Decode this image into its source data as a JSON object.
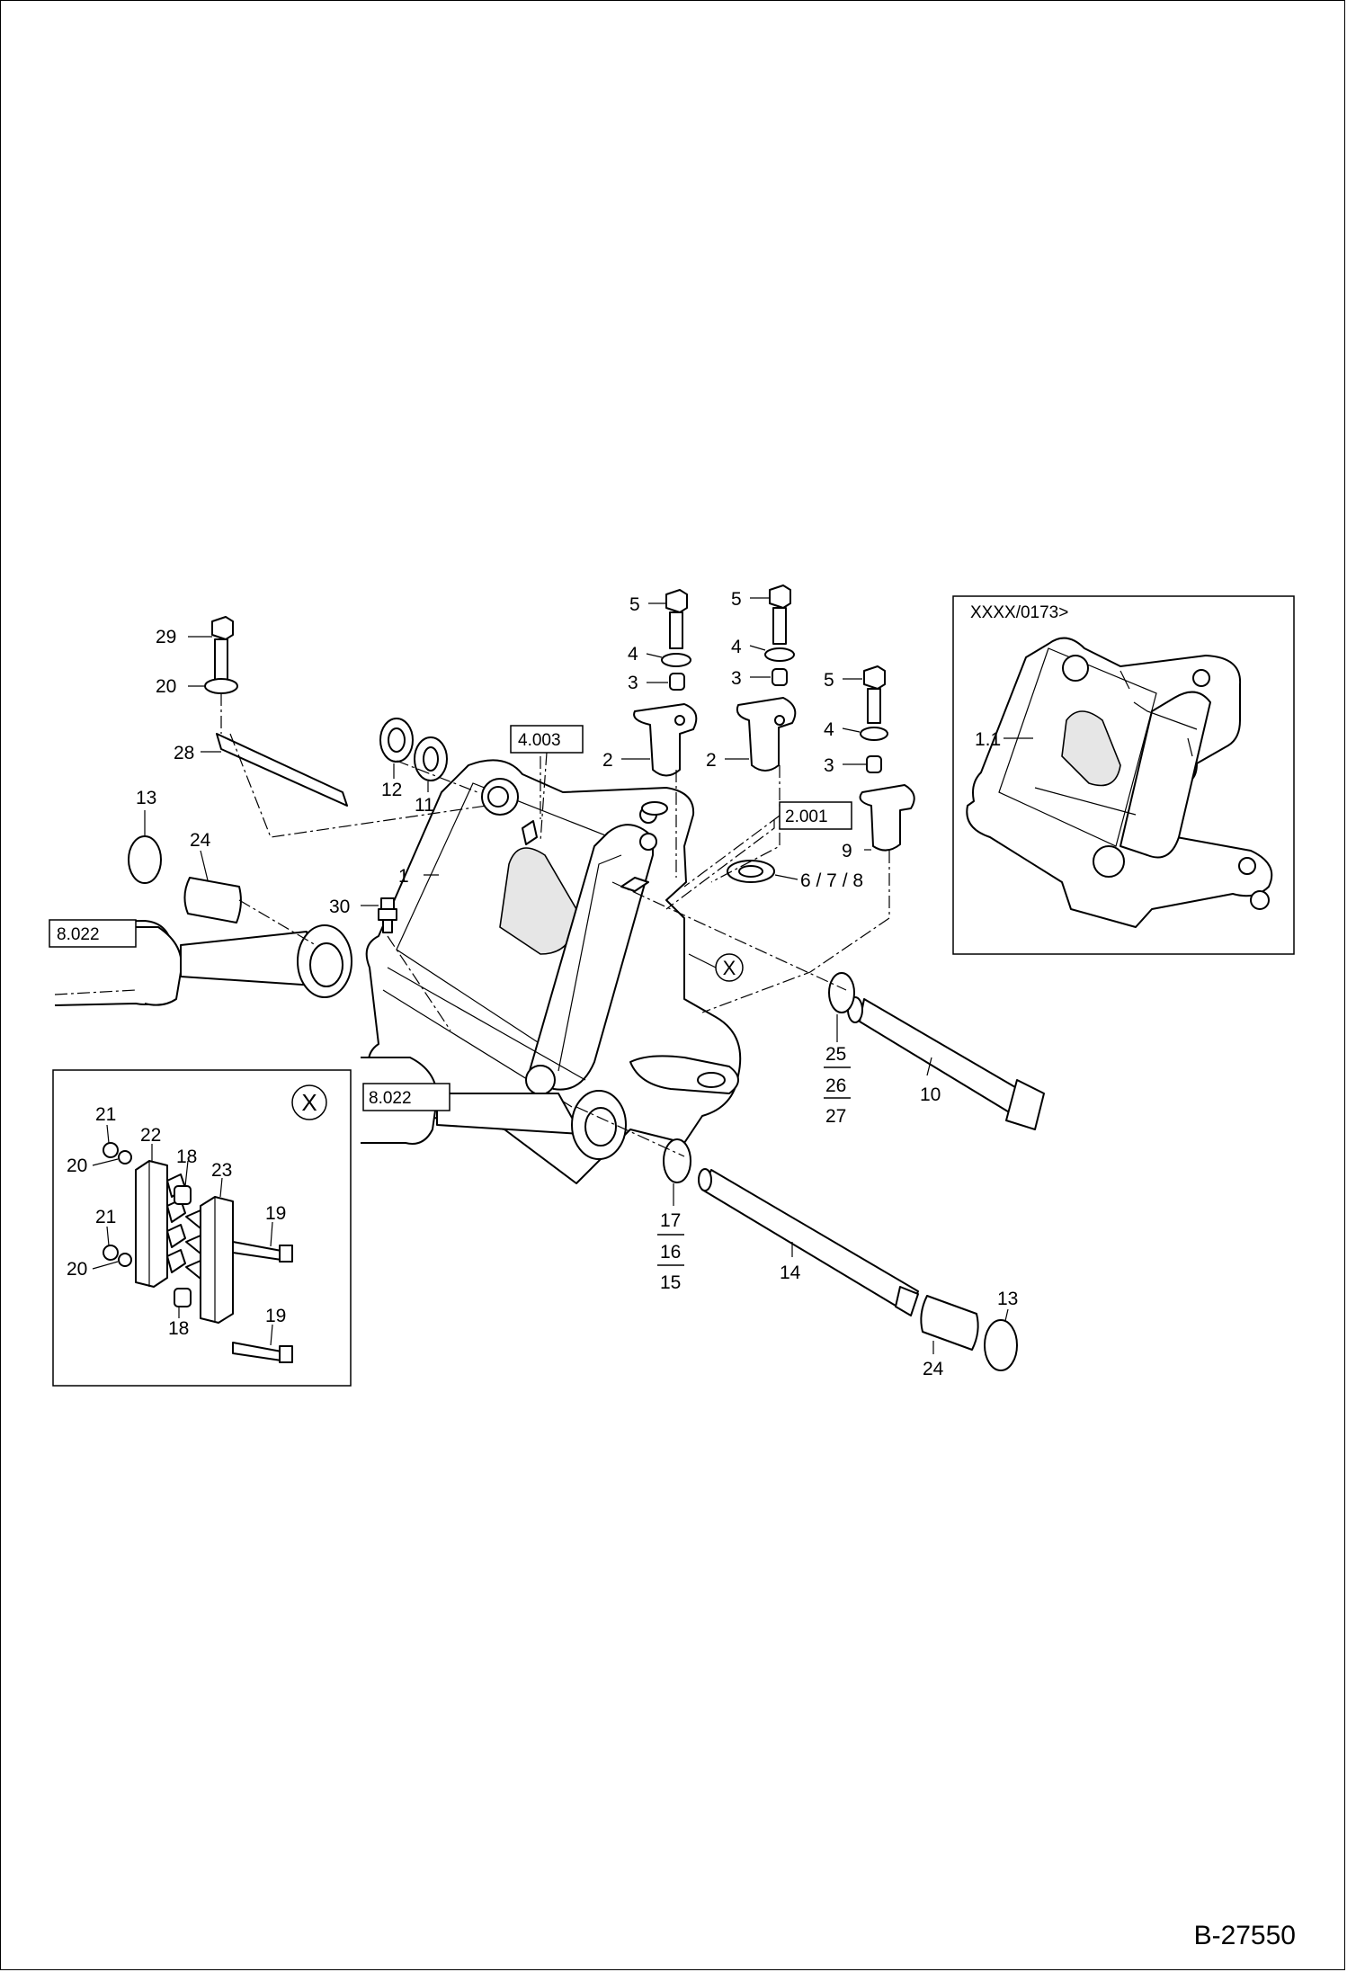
{
  "drawing_number": "B-27550",
  "variant_label": "XXXX/0173>",
  "detail_marker": "X",
  "ref_boxes": {
    "top": "4.003",
    "right": "2.001",
    "left_upper": "8.022",
    "left_lower": "8.022"
  },
  "callouts": {
    "p1": "1",
    "p1_1": "1.1",
    "p2a": "2",
    "p2b": "2",
    "p3a": "3",
    "p3b": "3",
    "p3c": "3",
    "p4a": "4",
    "p4b": "4",
    "p4c": "4",
    "p5a": "5",
    "p5b": "5",
    "p5c": "5",
    "p678": "6 / 7 / 8",
    "p9": "9",
    "p10": "10",
    "p11": "11",
    "p12": "12",
    "p13a": "13",
    "p13b": "13",
    "p14": "14",
    "p15": "15",
    "p16": "16",
    "p17": "17",
    "p18a": "18",
    "p18b": "18",
    "p19a": "19",
    "p19b": "19",
    "p20a": "20",
    "p20b": "20",
    "p20c": "20",
    "p21a": "21",
    "p21b": "21",
    "p22": "22",
    "p23": "23",
    "p24a": "24",
    "p24b": "24",
    "p25": "25",
    "p26": "26",
    "p27": "27",
    "p28": "28",
    "p29": "29",
    "p30": "30"
  }
}
